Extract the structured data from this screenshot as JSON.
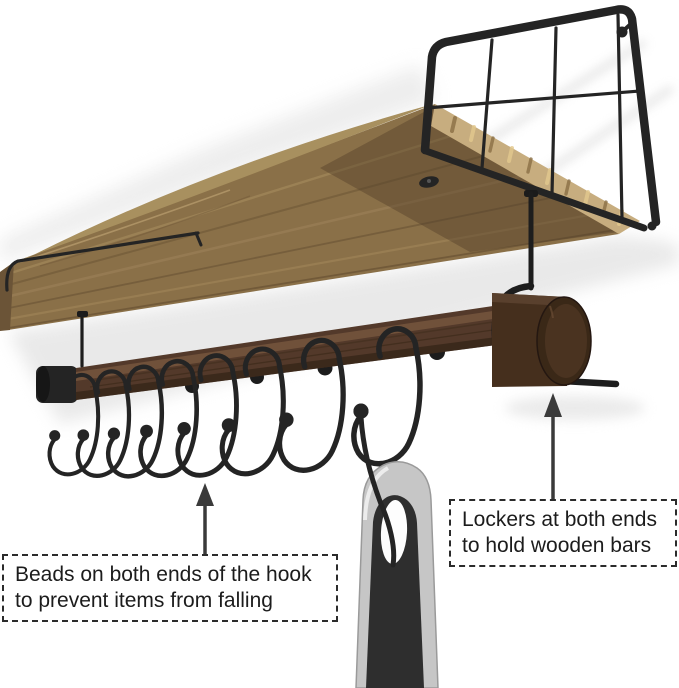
{
  "callouts": {
    "beads": {
      "line1": "Beads on both ends of the hook",
      "line2": "to prevent items from falling"
    },
    "lockers": {
      "line1": "Lockers at both ends",
      "line2": "to hold wooden bars"
    }
  },
  "counts": {
    "s_hooks": 8,
    "hanging_utensils": 1,
    "grid_rail_sections": 4
  },
  "colors": {
    "background": "#ffffff",
    "text": "#1c1c1c",
    "box_border": "#2b2b2b",
    "arrow": "#3a3a3a",
    "metal": "#242424",
    "wood_top": "#a8905f",
    "wood_front": "#8a7048",
    "wood_end_grain": "#c7ad7f",
    "wood_shade": "#54402a",
    "wood_left_end": "#6b5437",
    "rod_wood": "#53392a",
    "locker_wood": "#452f1d",
    "utensil_silver": "#c6c6c6",
    "utensil_handle": "#2e2e2e",
    "shadow": "#d8d8d8"
  },
  "scene_objects": [
    "wooden-shelf-board",
    "metal-grid-back-rail",
    "metal-side-rail",
    "wooden-hanging-rod",
    "wooden-locker-end-cap",
    "s-hook-with-bead",
    "hanging-utensil"
  ]
}
